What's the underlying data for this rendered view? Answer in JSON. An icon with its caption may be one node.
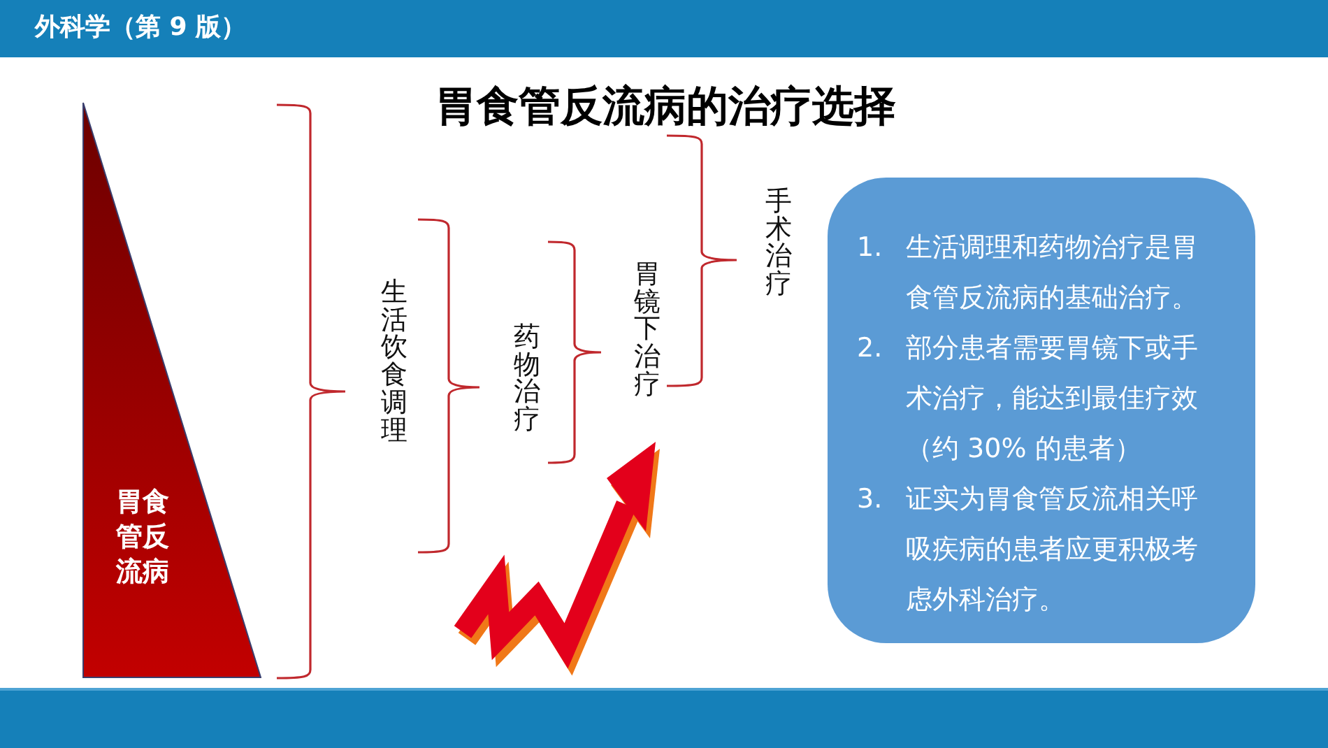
{
  "diagram": {
    "title": "胃食管反流病的治疗选择",
    "nodes": [
      {
        "text": [
          "胃食管反流病"
        ]
      },
      {
        "text": [
          "1. 生活调理和药物治疗是胃食管反流病的基础治疗。",
          "2. 部分患者需要胃镜下或手术治疗，能达到最佳疗效（约 30% 的患者）",
          "3. 证实为胃食管反流相关呼吸疾病的患者应更积极考虑外科治疗。"
        ]
      }
    ],
    "labels": [
      "外科学（第 9 版）",
      "生活饮食调理",
      "药物治疗",
      "胃镜下治疗",
      "手术治疗"
    ]
  }
}
